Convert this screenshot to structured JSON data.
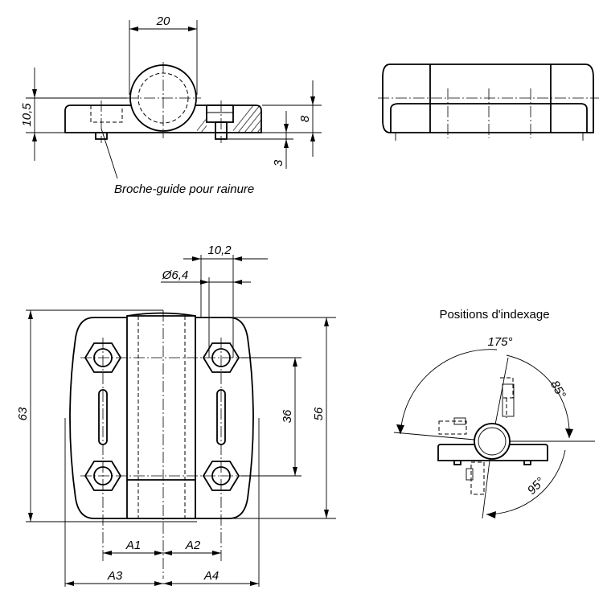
{
  "front_view": {
    "dim_width": "20",
    "dim_height_total": "10,5",
    "dim_base": "8",
    "dim_pin": "3",
    "callout": "Broche-guide pour rainure"
  },
  "plan_view": {
    "dim_pin_dia": "Ø6,4",
    "dim_offset": "10,2",
    "dim_overall_height": "63",
    "dim_hole_spacing": "36",
    "dim_plate_height": "56",
    "dim_a1": "A1",
    "dim_a2": "A2",
    "dim_a3": "A3",
    "dim_a4": "A4"
  },
  "indexing": {
    "title": "Positions d'indexage",
    "angle_top": "175°",
    "angle_right": "85°",
    "angle_bottom": "95°"
  }
}
